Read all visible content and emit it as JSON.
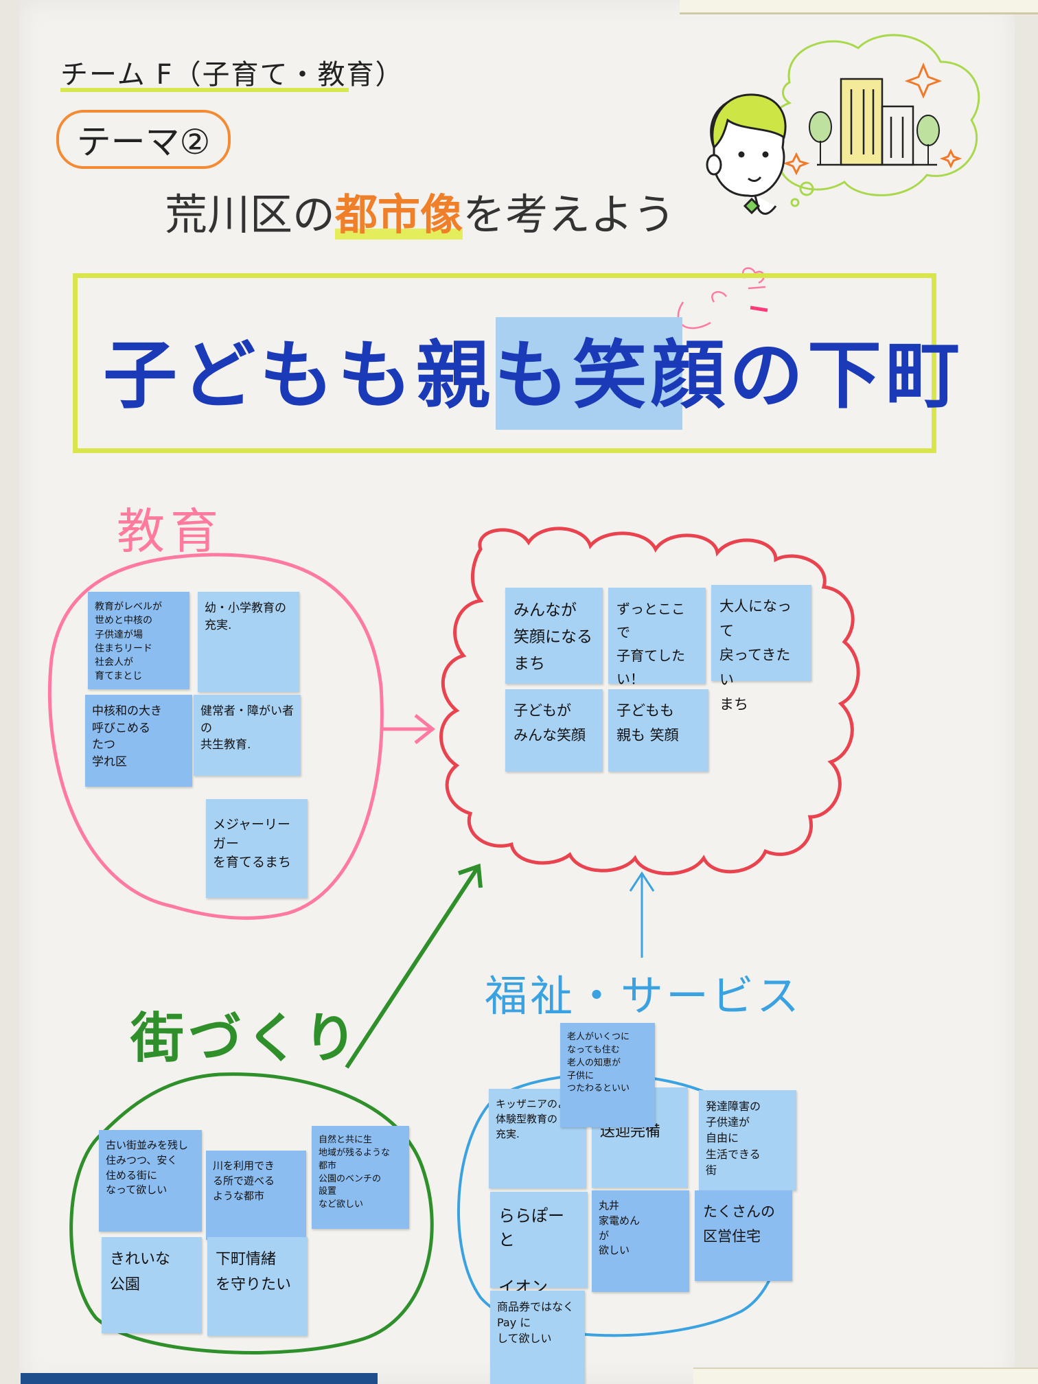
{
  "header": {
    "team_title": "チーム F（子育て・教育）",
    "theme_label": "テーマ②",
    "subtitle_prefix": "荒川区の",
    "subtitle_highlight": "都市像",
    "subtitle_suffix": "を考えよう"
  },
  "vision": "子どもも親も笑顔の下町",
  "sections": {
    "education": "教育",
    "welfare": "福祉・サービス",
    "town": "街づくり"
  },
  "education_notes": [
    "教育がレベルが\n世めと中核の\n子供達が場\n住まちリード\n社会人が\n育てまとじ",
    "幼・小学教育の\n充実.",
    "中核和の大き\n呼びこめる\nたつ\n学れ区",
    "健常者・障がい者\nの\n共生教育.",
    "メジャーリーガー\nを育てるまち"
  ],
  "vision_notes": [
    "みんなが\n笑顔になる\nまち",
    "ずっとここで\n子育てしたい！",
    "大人になって\n戻ってきたい\nまち",
    "子どもが\nみんな笑顔",
    "子どもも\n親も 笑顔"
  ],
  "welfare_notes": [
    "老人がいくつに\nなっても住む\n老人の知恵が\n子供に\nつたわるといい",
    "キッザニアのよう\n体験型教育の\n充実.",
    "送迎完備",
    "発達障害の\n子供達が\n自由に\n生活できる\n街",
    "ららぽーと\n\nイオン",
    "丸井\n家電めん\nが\n欲しい",
    "たくさんの\n区営住宅",
    "商品券ではなく\nPay に\nして欲しい"
  ],
  "town_notes": [
    "古い街並みを残し\n住みつつ、安く\n住める街に\nなって欲しい",
    "川を利用でき\nる所で遊べる\nような都市",
    "自然と共に生\n地域が残るような\n都市\n公園のベンチの\n設置\nなど欲しい",
    "きれいな\n公園",
    "下町情緒\nを守りたい"
  ],
  "colors": {
    "education": "#ff7a9c",
    "vision_cloud": "#e8434f",
    "welfare": "#3aa2e0",
    "town": "#2f8f2a",
    "vision_text": "#1a3ab8",
    "highlight": "#d9e64b",
    "theme_bubble": "#f28b33"
  }
}
